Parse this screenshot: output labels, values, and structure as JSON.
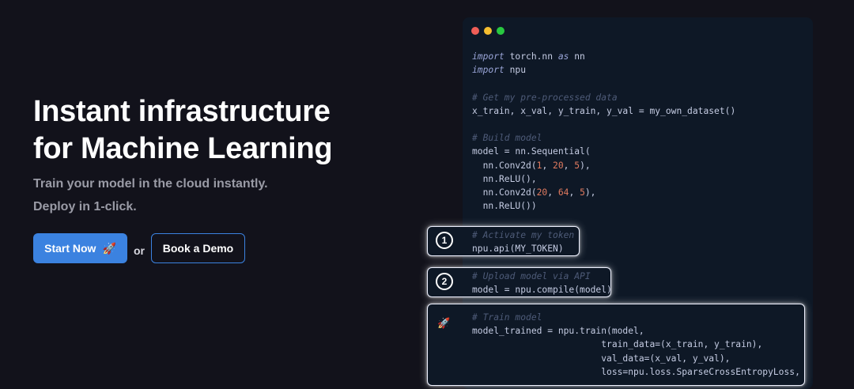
{
  "hero": {
    "headline_line1": "Instant infrastructure",
    "headline_line2": "for Machine Learning",
    "subtitle_line1": "Train your model in the cloud instantly.",
    "subtitle_line2": "Deploy in 1-click."
  },
  "cta": {
    "start_label": "Start Now",
    "start_icon": "🚀",
    "or_label": "or",
    "demo_label": "Book a Demo"
  },
  "colors": {
    "accent": "#3b82e0",
    "background": "#12121b",
    "editor_background": "#0e1826",
    "dot_red": "#ef5e57",
    "dot_yellow": "#f5bd2f",
    "dot_green": "#28c840"
  },
  "icons": {
    "start_button": "rocket-icon",
    "step3": "rocket-icon"
  },
  "editor": {
    "code": {
      "l1_kw1": "import",
      "l1_mid": " torch.nn ",
      "l1_kw2": "as",
      "l1_end": " nn",
      "l2_kw": "import",
      "l2_end": " npu",
      "l4": "# Get my pre-processed data",
      "l5": "x_train, x_val, y_train, y_val = my_own_dataset()",
      "l7": "# Build model",
      "l8": "model = nn.Sequential(",
      "l9_a": "  nn.Conv2d(",
      "l9_n1": "1",
      "l9_b": ", ",
      "l9_n2": "20",
      "l9_c": ", ",
      "l9_n3": "5",
      "l9_d": "),",
      "l10": "  nn.ReLU(),",
      "l11_a": "  nn.Conv2d(",
      "l11_n1": "20",
      "l11_b": ", ",
      "l11_n2": "64",
      "l11_c": ", ",
      "l11_n3": "5",
      "l11_d": "),",
      "l12": "  nn.ReLU())"
    },
    "steps": [
      {
        "badge": "1",
        "comment": "# Activate my token",
        "code": "npu.api(MY_TOKEN)"
      },
      {
        "badge": "2",
        "comment": "# Upload model via API",
        "code": "model = npu.compile(model)"
      },
      {
        "badge_icon": "🚀",
        "comment": "# Train model",
        "line1": "model_trained = npu.train(model,",
        "line2": "                        train_data=(x_train, y_train),",
        "line3": "                        val_data=(x_val, y_val),",
        "line4": "                        loss=npu.loss.SparseCrossEntropyLoss,"
      }
    ]
  }
}
